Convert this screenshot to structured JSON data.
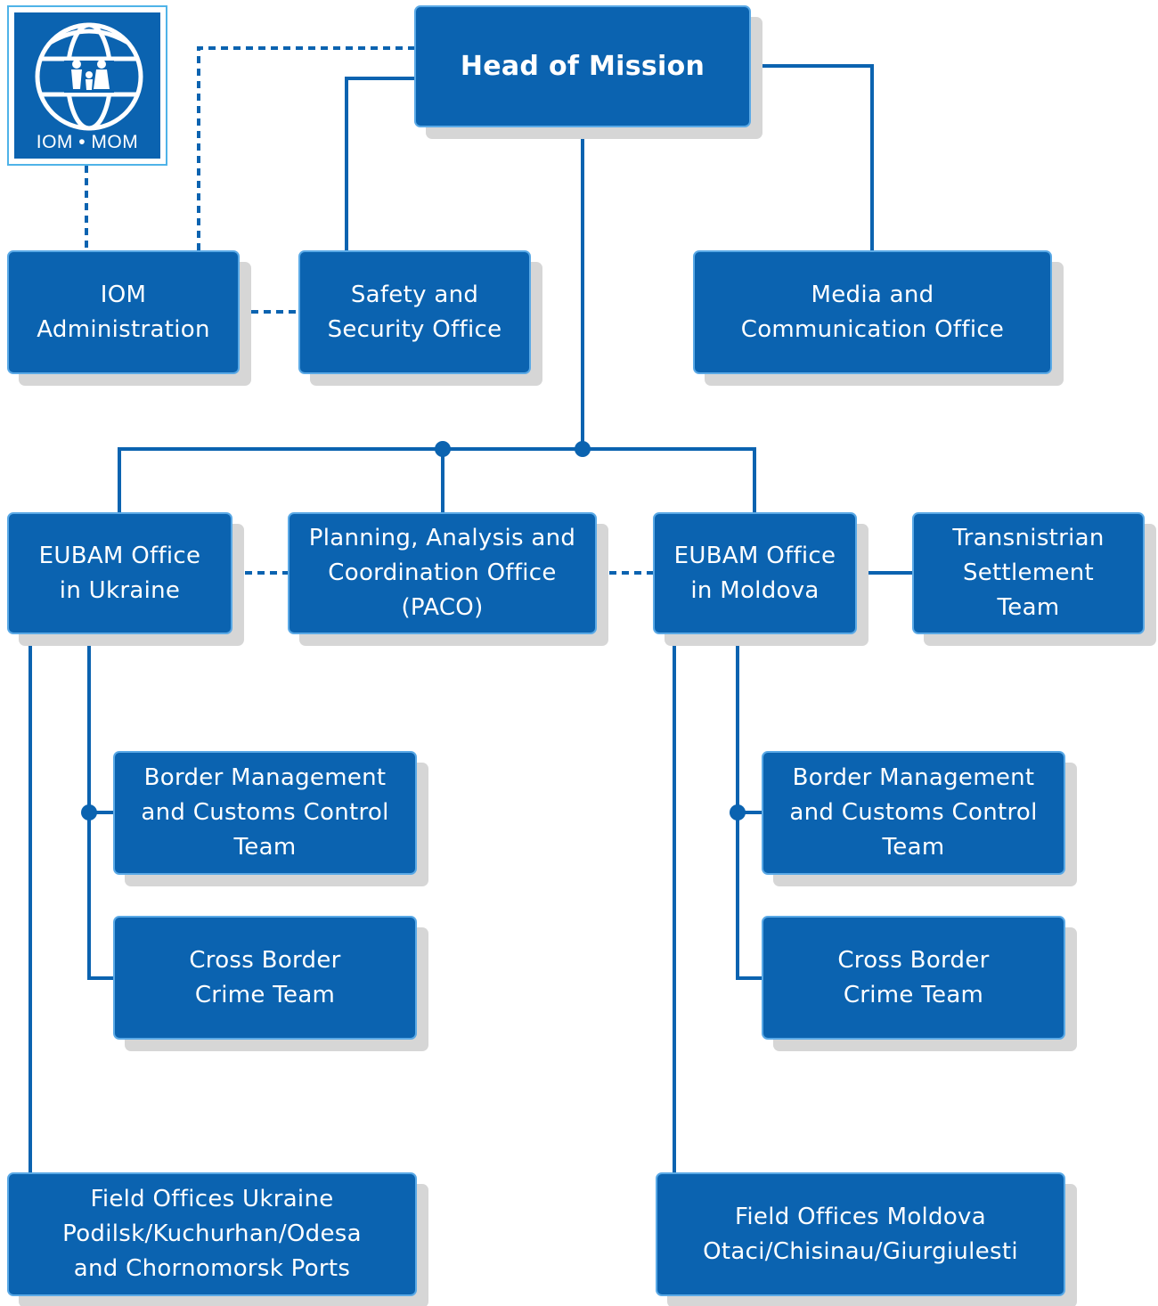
{
  "logo": {
    "text": "IOM • MOM"
  },
  "colors": {
    "box_fill": "#0b63b0",
    "box_border": "#5aa9e6",
    "line": "#0b63b0",
    "shadow": "#d6d6d6"
  },
  "units": {
    "head": "Head of Mission",
    "iom_admin": "IOM\nAdministration",
    "safety": "Safety and\nSecurity Office",
    "media": "Media and\nCommunication Office",
    "eubam_ukraine": "EUBAM Office\nin Ukraine",
    "paco": "Planning, Analysis and\nCoordination Office\n(PACO)",
    "eubam_moldova": "EUBAM Office\nin Moldova",
    "transnistrian": "Transnistrian\nSettlement\nTeam",
    "ua_border": "Border Management\nand Customs Control\nTeam",
    "ua_crime": "Cross Border\nCrime Team",
    "md_border": "Border Management\nand Customs Control\nTeam",
    "md_crime": "Cross Border\nCrime Team",
    "ua_field": "Field Offices Ukraine\nPodilsk/Kuchurhan/Odesa\nand Chornomorsk Ports",
    "md_field": "Field Offices Moldova\nOtaci/Chisinau/Giurgiulesti"
  }
}
